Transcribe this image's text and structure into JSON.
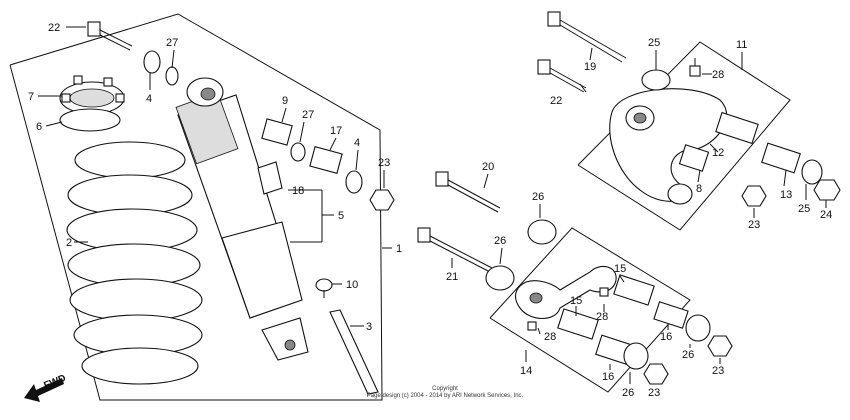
{
  "diagram": {
    "callouts": [
      {
        "id": "c22a",
        "label": "22"
      },
      {
        "id": "c27a",
        "label": "27"
      },
      {
        "id": "c7",
        "label": "7"
      },
      {
        "id": "c4a",
        "label": "4"
      },
      {
        "id": "c6",
        "label": "6"
      },
      {
        "id": "c9",
        "label": "9"
      },
      {
        "id": "c27b",
        "label": "27"
      },
      {
        "id": "c17",
        "label": "17"
      },
      {
        "id": "c4b",
        "label": "4"
      },
      {
        "id": "c23a",
        "label": "23"
      },
      {
        "id": "c18",
        "label": "18"
      },
      {
        "id": "c5",
        "label": "5"
      },
      {
        "id": "c2",
        "label": "2"
      },
      {
        "id": "c1",
        "label": "1"
      },
      {
        "id": "c10",
        "label": "10"
      },
      {
        "id": "c3",
        "label": "3"
      },
      {
        "id": "c19",
        "label": "19"
      },
      {
        "id": "c22b",
        "label": "22"
      },
      {
        "id": "c25a",
        "label": "25"
      },
      {
        "id": "c11",
        "label": "11"
      },
      {
        "id": "c28a",
        "label": "28"
      },
      {
        "id": "c12",
        "label": "12"
      },
      {
        "id": "c8",
        "label": "8"
      },
      {
        "id": "c13",
        "label": "13"
      },
      {
        "id": "c23b",
        "label": "23"
      },
      {
        "id": "c25b",
        "label": "25"
      },
      {
        "id": "c24",
        "label": "24"
      },
      {
        "id": "c20",
        "label": "20"
      },
      {
        "id": "c26a",
        "label": "26"
      },
      {
        "id": "c26b",
        "label": "26"
      },
      {
        "id": "c21",
        "label": "21"
      },
      {
        "id": "c15a",
        "label": "15"
      },
      {
        "id": "c15b",
        "label": "15"
      },
      {
        "id": "c28b",
        "label": "28"
      },
      {
        "id": "c28c",
        "label": "28"
      },
      {
        "id": "c16a",
        "label": "16"
      },
      {
        "id": "c26c",
        "label": "26"
      },
      {
        "id": "c23c",
        "label": "23"
      },
      {
        "id": "c14",
        "label": "14"
      },
      {
        "id": "c16b",
        "label": "16"
      },
      {
        "id": "c26d",
        "label": "26"
      },
      {
        "id": "c23d",
        "label": "23"
      }
    ],
    "fwd_label": "FWD",
    "footer_line1": "Copyright",
    "footer_line2": "Page design (c) 2004 - 2014 by ARI Network Services, Inc."
  }
}
